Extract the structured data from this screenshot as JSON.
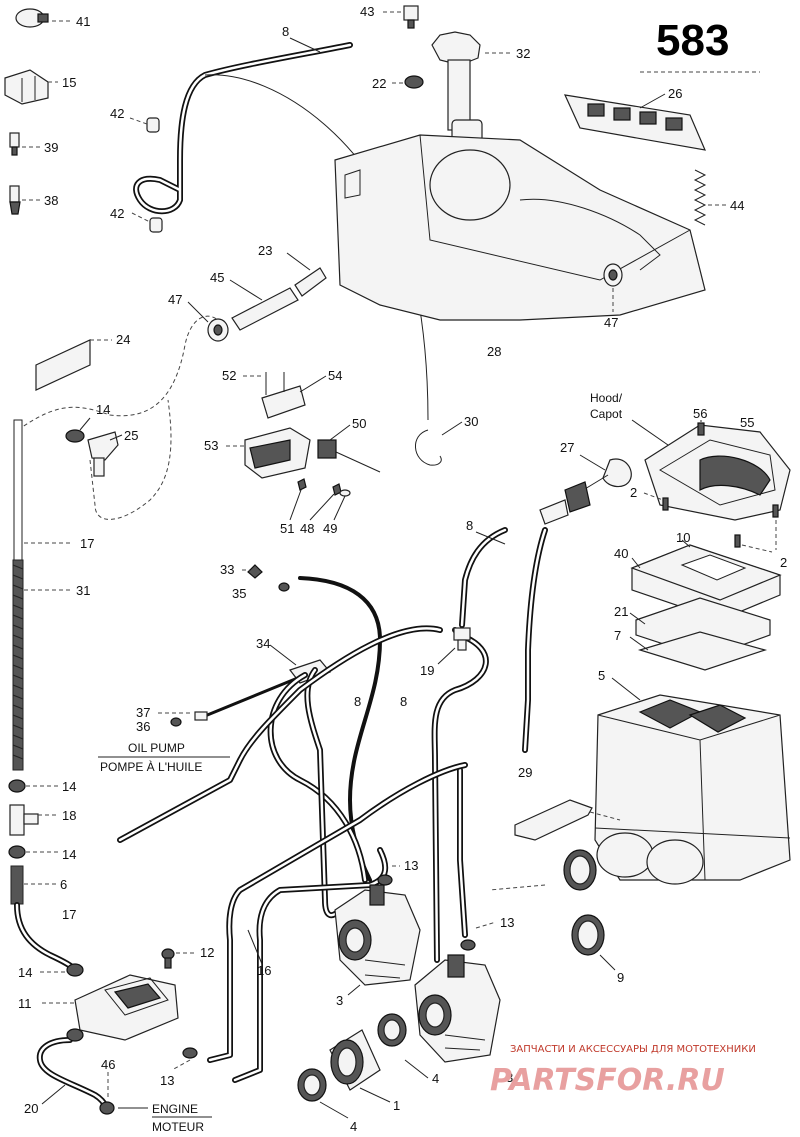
{
  "header": {
    "diagram_number": "583"
  },
  "captions": {
    "hood": [
      "Hood/",
      "Capot"
    ],
    "oil_pump": [
      "OIL PUMP",
      "POMPE À L'HUILE"
    ],
    "engine": [
      "ENGINE",
      "MOTEUR"
    ]
  },
  "watermark": {
    "tagline": "ЗАПЧАСТИ И АКСЕССУАРЫ ДЛЯ МОТОТЕХНИКИ",
    "brand": "PARTSFOR.RU"
  },
  "callouts": {
    "c41": "41",
    "c15": "15",
    "c39": "39",
    "c38": "38",
    "c8a": "8",
    "c43": "43",
    "c32": "32",
    "c22": "22",
    "c42a": "42",
    "c42b": "42",
    "c26": "26",
    "c44": "44",
    "c23": "23",
    "c45": "45",
    "c47a": "47",
    "c47b": "47",
    "c24": "24",
    "c28": "28",
    "c52": "52",
    "c54": "54",
    "c14a": "14",
    "c25": "25",
    "c53": "53",
    "c50": "50",
    "c30": "30",
    "c51": "51",
    "c48": "48",
    "c49": "49",
    "c56": "56",
    "c55": "55",
    "c27": "27",
    "c2a": "2",
    "c2b": "2",
    "c17a": "17",
    "c8b": "8",
    "c10": "10",
    "c40": "40",
    "c33": "33",
    "c35": "35",
    "c31": "31",
    "c21": "21",
    "c7": "7",
    "c34": "34",
    "c19": "19",
    "c5": "5",
    "c8c": "8",
    "c8d": "8",
    "c37": "37",
    "c36": "36",
    "c29": "29",
    "c14b": "14",
    "c18": "18",
    "c14c": "14",
    "c6": "6",
    "c17b": "17",
    "c13a": "13",
    "c13b": "13",
    "c12": "12",
    "c16": "16",
    "c9": "9",
    "c14d": "14",
    "c11": "11",
    "c3a": "3",
    "c3b": "3",
    "c4a": "4",
    "c46": "46",
    "c13c": "13",
    "c1": "1",
    "c20": "20",
    "c4b": "4"
  }
}
